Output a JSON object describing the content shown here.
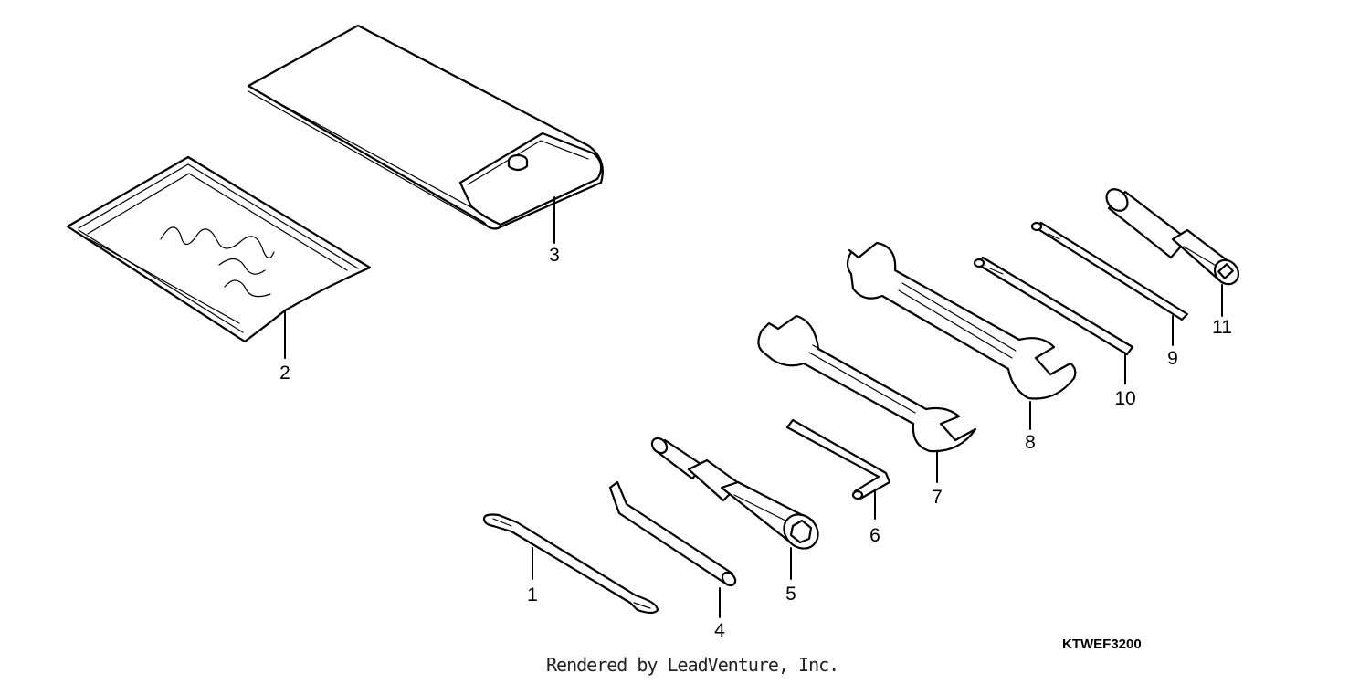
{
  "diagram": {
    "parts": [
      {
        "ref": "1",
        "icon": "cotter-pin-icon"
      },
      {
        "ref": "2",
        "icon": "manual-bag-icon"
      },
      {
        "ref": "3",
        "icon": "tool-pouch-icon"
      },
      {
        "ref": "4",
        "icon": "tommy-bar-icon"
      },
      {
        "ref": "5",
        "icon": "spark-plug-wrench-icon"
      },
      {
        "ref": "6",
        "icon": "hex-key-icon"
      },
      {
        "ref": "7",
        "icon": "open-end-wrench-icon"
      },
      {
        "ref": "8",
        "icon": "open-end-wrench-icon"
      },
      {
        "ref": "9",
        "icon": "screwdriver-bit-icon"
      },
      {
        "ref": "10",
        "icon": "screwdriver-bit-icon"
      },
      {
        "ref": "11",
        "icon": "screwdriver-handle-icon"
      }
    ],
    "diagram_code": "KTWEF3200",
    "credit": "Rendered by LeadVenture, Inc."
  }
}
